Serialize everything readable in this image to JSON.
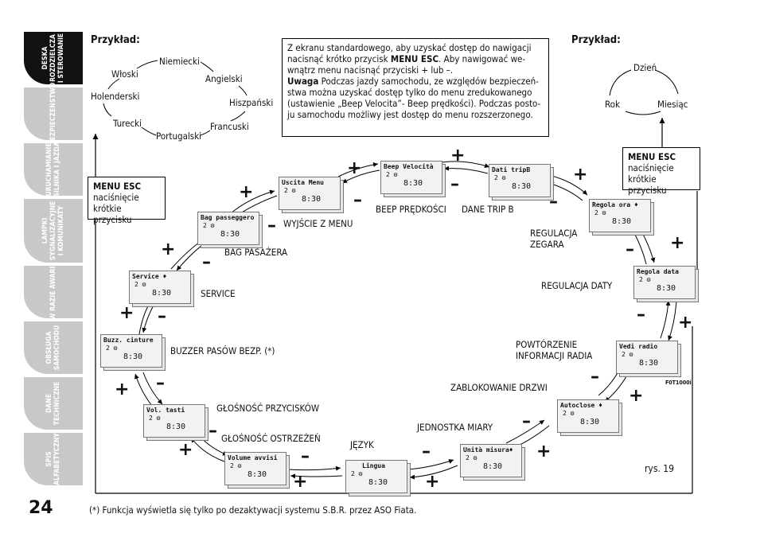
{
  "tabs": [
    {
      "label": "DESKA\nROZDZIELCZA\nI STEROWANIE",
      "active": true
    },
    {
      "label": "BEZPIECZEŃSTWO",
      "active": false
    },
    {
      "label": "URUCHAMIANIE\nSILNIKA I JAZDA",
      "active": false
    },
    {
      "label": "LAMPKI\nSYGNALIZACYJNE\nI KOMUNIKATY",
      "active": false
    },
    {
      "label": "W RAZIE AWARII",
      "active": false
    },
    {
      "label": "OBSŁUGA\nSAMOCHODU",
      "active": false
    },
    {
      "label": "DANE\nTECHNICZNE",
      "active": false
    },
    {
      "label": "SPIS\nALFABETYCZNY",
      "active": false
    }
  ],
  "page_number": "24",
  "example_left": "Przykład:",
  "example_right": "Przykład:",
  "languages": [
    "Niemiecki",
    "Włoski",
    "Angielski",
    "Holenderski",
    "Hiszpański",
    "Turecki",
    "Francuski",
    "Portugalski"
  ],
  "date_cycle": [
    "Dzień",
    "Rok",
    "Miesiąc"
  ],
  "info_box": {
    "line1": "Z ekranu standardowego, aby uzyskać dostęp do nawigacji",
    "line2a": "nacisnąć krótko przycisk ",
    "line2b": "MENU ESC",
    "line2c": ". Aby nawigować we-",
    "line3": "wnątrz menu nacisnąć przyciski + lub –.",
    "line4a": "Uwaga",
    "line4b": " Podczas jazdy samochodu, ze względów bezpieczeń-",
    "line5": "stwa można uzyskać dostęp tylko do menu zredukowanego",
    "line6": "(ustawienie „Beep Velocita”- Beep prędkości). Podczas posto-",
    "line7": "ju samochodu możliwy jest dostęp do menu rozszerzonego."
  },
  "menu_esc_left": {
    "title": "MENU ESC",
    "l1": "naciśnięcie",
    "l2": "krótkie przycisku"
  },
  "menu_esc_right": {
    "title": "MENU ESC",
    "l1": "naciśnięcie",
    "l2": "krótkie przycisku"
  },
  "screens": [
    {
      "id": "uscita",
      "title": "Uscita Menu"
    },
    {
      "id": "beep",
      "title": "Beep Velocità"
    },
    {
      "id": "dati",
      "title": "Dati tripB"
    },
    {
      "id": "regola-ora",
      "title": "Regola ora  ♦"
    },
    {
      "id": "regola-data",
      "title": "Regola data"
    },
    {
      "id": "vedi",
      "title": "Vedi radio"
    },
    {
      "id": "autoclose",
      "title": "Autoclose  ♦"
    },
    {
      "id": "unita",
      "title": "Unità misura♦"
    },
    {
      "id": "lingua",
      "title": "Lingua"
    },
    {
      "id": "volume",
      "title": "Volume avvisi"
    },
    {
      "id": "vol",
      "title": "Vol. tasti"
    },
    {
      "id": "buzz",
      "title": "Buzz. cinture"
    },
    {
      "id": "service",
      "title": "Service  ♦"
    },
    {
      "id": "bag",
      "title": "Bag passeggero"
    }
  ],
  "screen_gear": "2 ⚙",
  "screen_time": "8:30",
  "labels": {
    "wyjscie": "WYJŚCIE Z MENU",
    "beep": "BEEP PRĘDKOŚCI",
    "dane": "DANE TRIP B",
    "regzegara1": "REGULACJA",
    "regzegara2": "ZEGARA",
    "regdaty": "REGULACJA DATY",
    "powt1": "POWTÓRZENIE",
    "powt2": "INFORMACJI RADIA",
    "zablok": "ZABLOKOWANIE DRZWI",
    "jednostka": "JEDNOSTKA MIARY",
    "jezyk": "JĘZYK",
    "glosnosc_ostrz": "GŁOŚNOŚĆ OSTRZEŻEŃ",
    "glosnosc_przyc": "GŁOŚNOŚĆ PRZYCISKÓW",
    "buzzer": "BUZZER PASÓW BEZP. (*)",
    "service": "SERVICE",
    "bag": "BAG PASAŻERA"
  },
  "figure_code": "F0T1000i",
  "figure_ref": "rys. 19",
  "footnote": "(*) Funkcja wyświetla się tylko po dezaktywacji systemu S.B.R. przez ASO Fiata.",
  "plus": "+",
  "minus": "–"
}
